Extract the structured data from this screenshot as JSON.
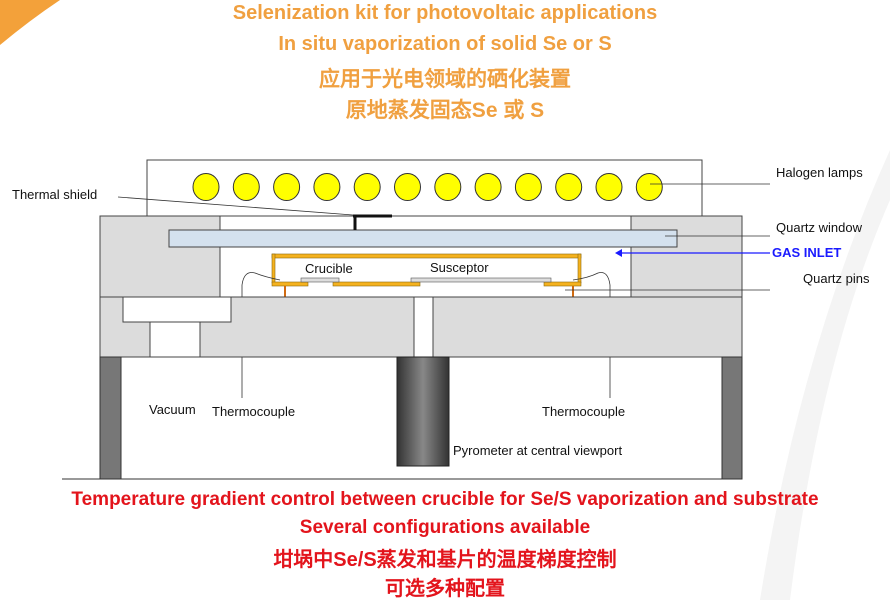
{
  "title": {
    "line1": "Selenization kit for photovoltaic applications",
    "line2": "In situ vaporization of solid Se or S",
    "line3": "应用于光电领域的硒化装置",
    "line4": "原地蒸发固态Se 或 S"
  },
  "labels": {
    "thermal_shield": "Thermal shield",
    "halogen_lamps": "Halogen lamps",
    "quartz_window": "Quartz window",
    "gas_inlet": "GAS INLET",
    "quartz_pins": "Quartz pins",
    "crucible": "Crucible",
    "susceptor": "Susceptor",
    "vacuum": "Vacuum",
    "thermocouple_left": "Thermocouple",
    "thermocouple_right": "Thermocouple",
    "pyrometer": "Pyrometer at central viewport"
  },
  "footer": {
    "line1": "Temperature gradient control between crucible for Se/S vaporization and substrate",
    "line2": "Several configurations available",
    "line3": "坩埚中Se/S蒸发和基片的温度梯度控制",
    "line4": "可选多种配置"
  },
  "colors": {
    "title": "#f0a040",
    "footer": "#e3141c",
    "lamp": "#ffff00",
    "frame": "#f5b21e",
    "gas": "#1a1aff"
  }
}
